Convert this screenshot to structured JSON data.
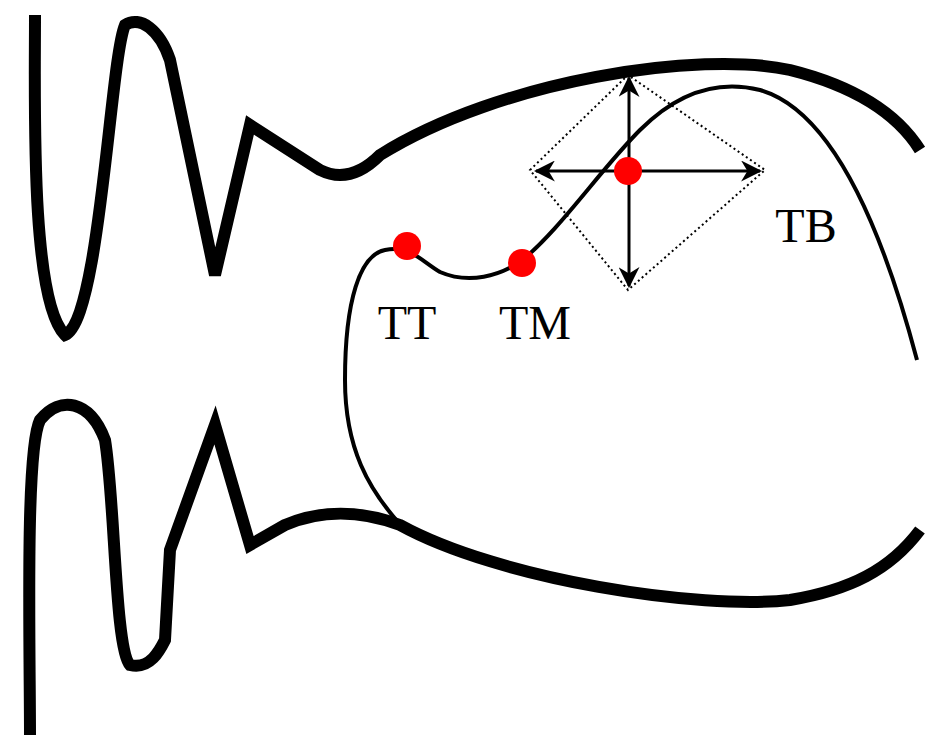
{
  "diagram": {
    "labels": [
      "TT",
      "TM",
      "TB"
    ]
  }
}
